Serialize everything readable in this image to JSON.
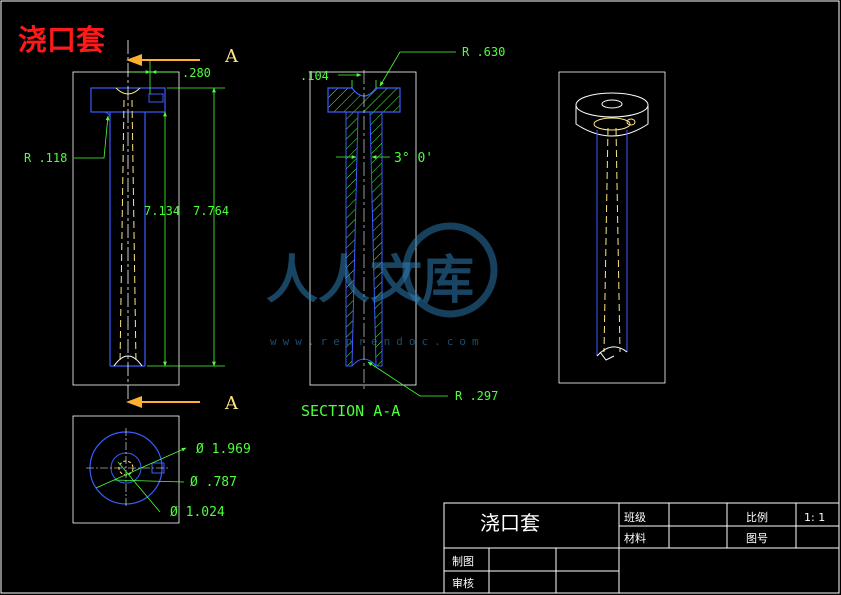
{
  "title": "浇口套",
  "section_mark": "A",
  "section_label": "SECTION A-A",
  "dims": {
    "d280": ".280",
    "d104": ".104",
    "r630": "R .630",
    "r118": "R .118",
    "r297": "R .297",
    "len1": "7.134",
    "len2": "7.764",
    "angle": "3° 0'",
    "dia1": "Ø 1.969",
    "dia2": "Ø .787",
    "dia3": "Ø 1.024"
  },
  "title_block": {
    "name": "浇口套",
    "class_label": "班级",
    "scale_label": "比例",
    "scale_value": "1: 1",
    "material_label": "材料",
    "drawing_no_label": "图号",
    "drawn_label": "制图",
    "review_label": "审核"
  },
  "watermark": {
    "text": "人人文库",
    "url": "www.renrendoc.com"
  },
  "colors": {
    "background": "#000000",
    "outline": "#3a5cff",
    "dimension": "#4cff3a",
    "title": "#ff1a1a",
    "centerline": "#ffe680",
    "frame": "#ffffff",
    "arrow": "#ffb030"
  }
}
